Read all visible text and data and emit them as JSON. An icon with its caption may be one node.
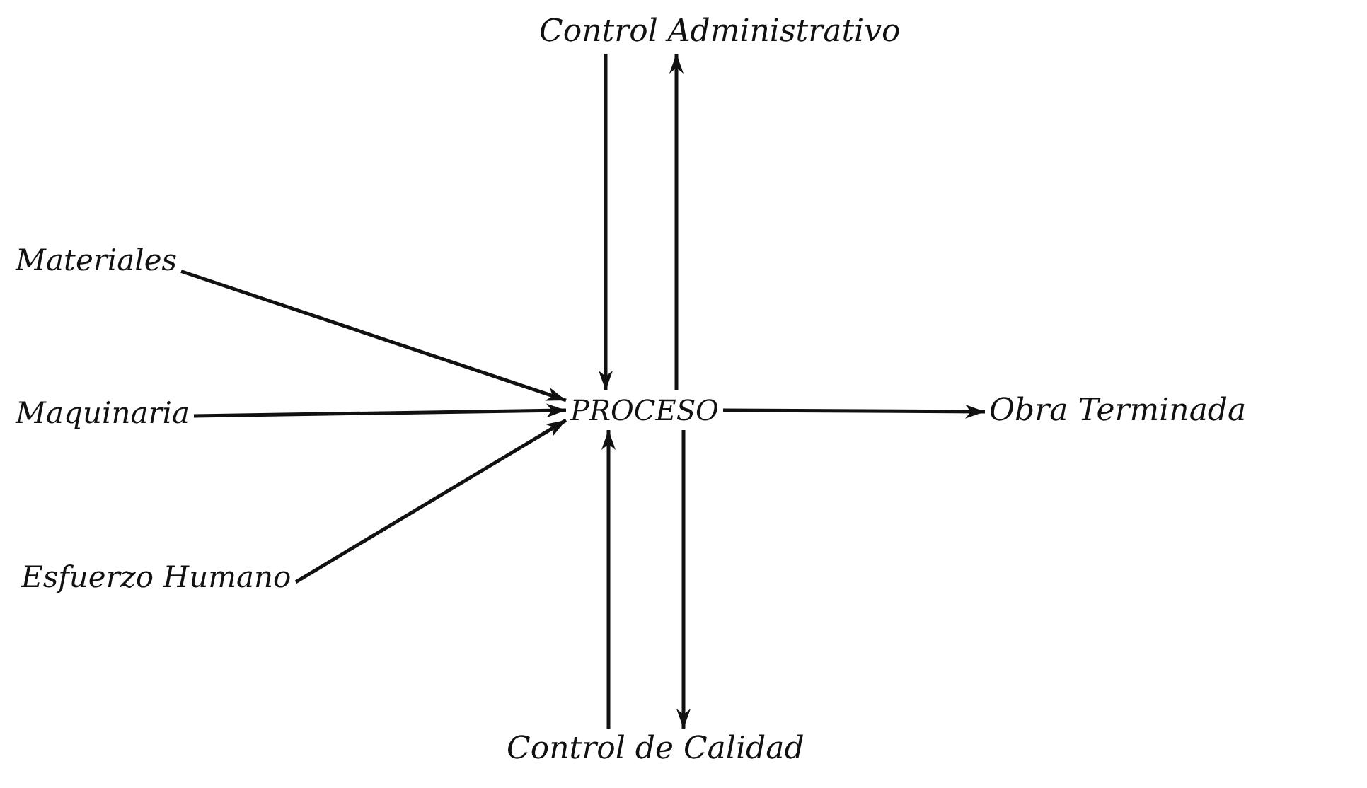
{
  "diagram": {
    "nodes": [
      {
        "text": [
          "Control Administrativo"
        ]
      },
      {
        "text": [
          "Materiales"
        ]
      },
      {
        "text": [
          "Maquinaria"
        ]
      },
      {
        "text": [
          "PROCESO"
        ]
      },
      {
        "text": [
          "Obra Terminada"
        ]
      },
      {
        "text": [
          "Esfuerzo Humano"
        ]
      },
      {
        "text": [
          "Control de Calidad"
        ]
      }
    ],
    "edges": [
      {
        "from": 1,
        "to": 3,
        "arrow": "to"
      },
      {
        "from": 2,
        "to": 3,
        "arrow": "to"
      },
      {
        "from": 5,
        "to": 3,
        "arrow": "to"
      },
      {
        "from": 3,
        "to": 4,
        "arrow": "to"
      },
      {
        "from": 0,
        "to": 3,
        "arrow": "to"
      },
      {
        "from": 3,
        "to": 0,
        "arrow": "to"
      },
      {
        "from": 6,
        "to": 3,
        "arrow": "to"
      },
      {
        "from": 3,
        "to": 6,
        "arrow": "to"
      }
    ]
  }
}
